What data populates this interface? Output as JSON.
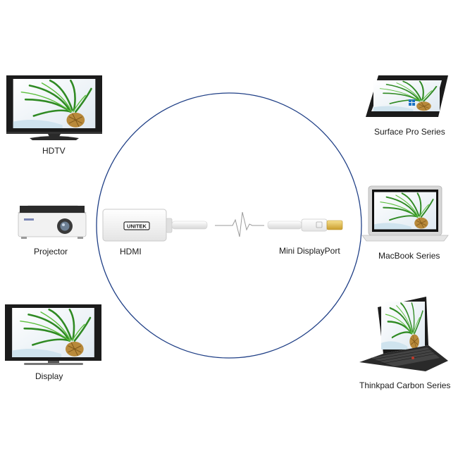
{
  "devices": {
    "hdtv": "HDTV",
    "projector": "Projector",
    "display": "Display",
    "surface": "Surface Pro Series",
    "macbook": "MacBook Series",
    "thinkpad": "Thinkpad Carbon Series"
  },
  "adapter": {
    "brand": "UNITEK",
    "left_port": "HDMI",
    "right_port": "Mini DisplayPort"
  },
  "colors": {
    "circle": "#1f3f86",
    "cable": "#e9e9e9",
    "screen_sky": "#dfe9f1",
    "leaf": "#3a9a2a",
    "pineapple": "#b8893a",
    "connector_gold": "#e2c25c"
  }
}
